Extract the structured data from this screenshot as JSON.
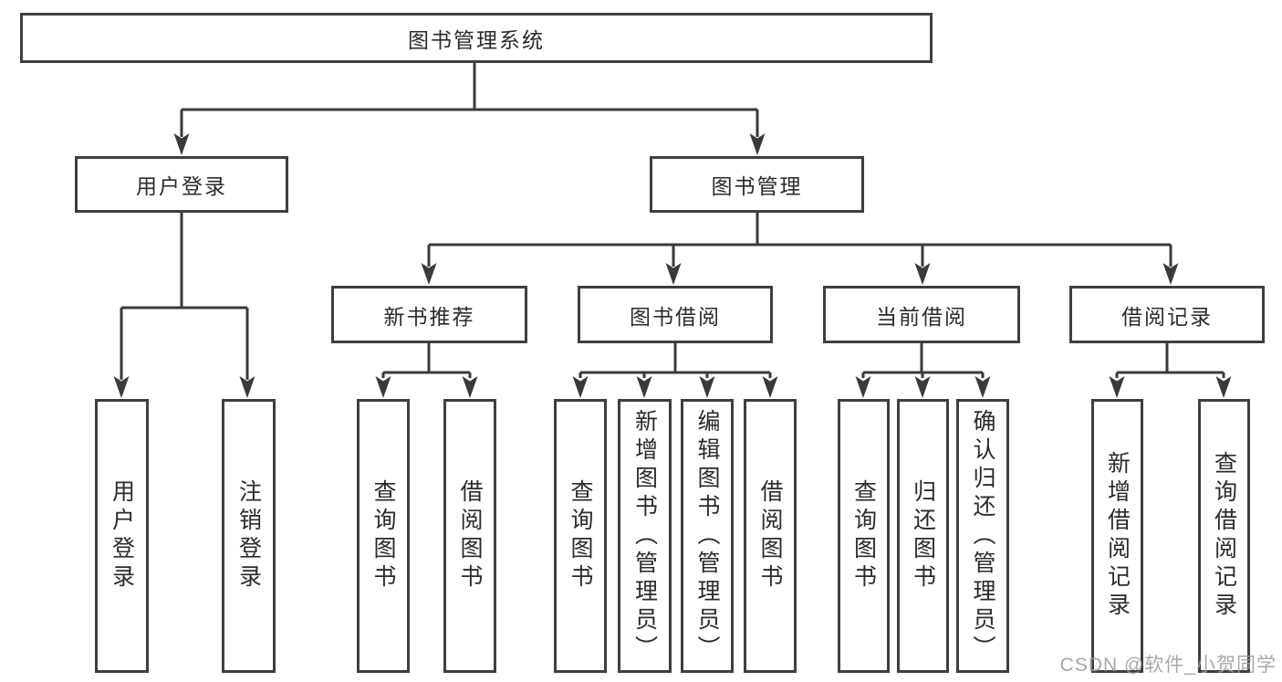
{
  "tree": {
    "root": {
      "label": "图书管理系统"
    },
    "level2": [
      {
        "label": "用户登录"
      },
      {
        "label": "图书管理"
      }
    ],
    "level3": [
      {
        "parent": "图书管理",
        "label": "新书推荐"
      },
      {
        "parent": "图书管理",
        "label": "图书借阅"
      },
      {
        "parent": "图书管理",
        "label": "当前借阅"
      },
      {
        "parent": "图书管理",
        "label": "借阅记录"
      }
    ],
    "leaves": [
      {
        "parent": "用户登录",
        "label": "用户登录"
      },
      {
        "parent": "用户登录",
        "label": "注销登录"
      },
      {
        "parent": "新书推荐",
        "label": "查询图书"
      },
      {
        "parent": "新书推荐",
        "label": "借阅图书"
      },
      {
        "parent": "图书借阅",
        "label": "查询图书"
      },
      {
        "parent": "图书借阅",
        "label": "新增图书（管理员）"
      },
      {
        "parent": "图书借阅",
        "label": "编辑图书（管理员）"
      },
      {
        "parent": "图书借阅",
        "label": "借阅图书"
      },
      {
        "parent": "当前借阅",
        "label": "查询图书"
      },
      {
        "parent": "当前借阅",
        "label": "归还图书"
      },
      {
        "parent": "当前借阅",
        "label": "确认归还（管理员）"
      },
      {
        "parent": "借阅记录",
        "label": "新增借阅记录"
      },
      {
        "parent": "借阅记录",
        "label": "查询借阅记录"
      }
    ]
  },
  "watermark": {
    "text": "CSDN @软件_小贺同学"
  },
  "colors": {
    "line": "#3a3a3a",
    "border": "#3f3f3f",
    "text": "#2b2b2b",
    "watermark": "#9e9e9e",
    "background": "#ffffff"
  }
}
